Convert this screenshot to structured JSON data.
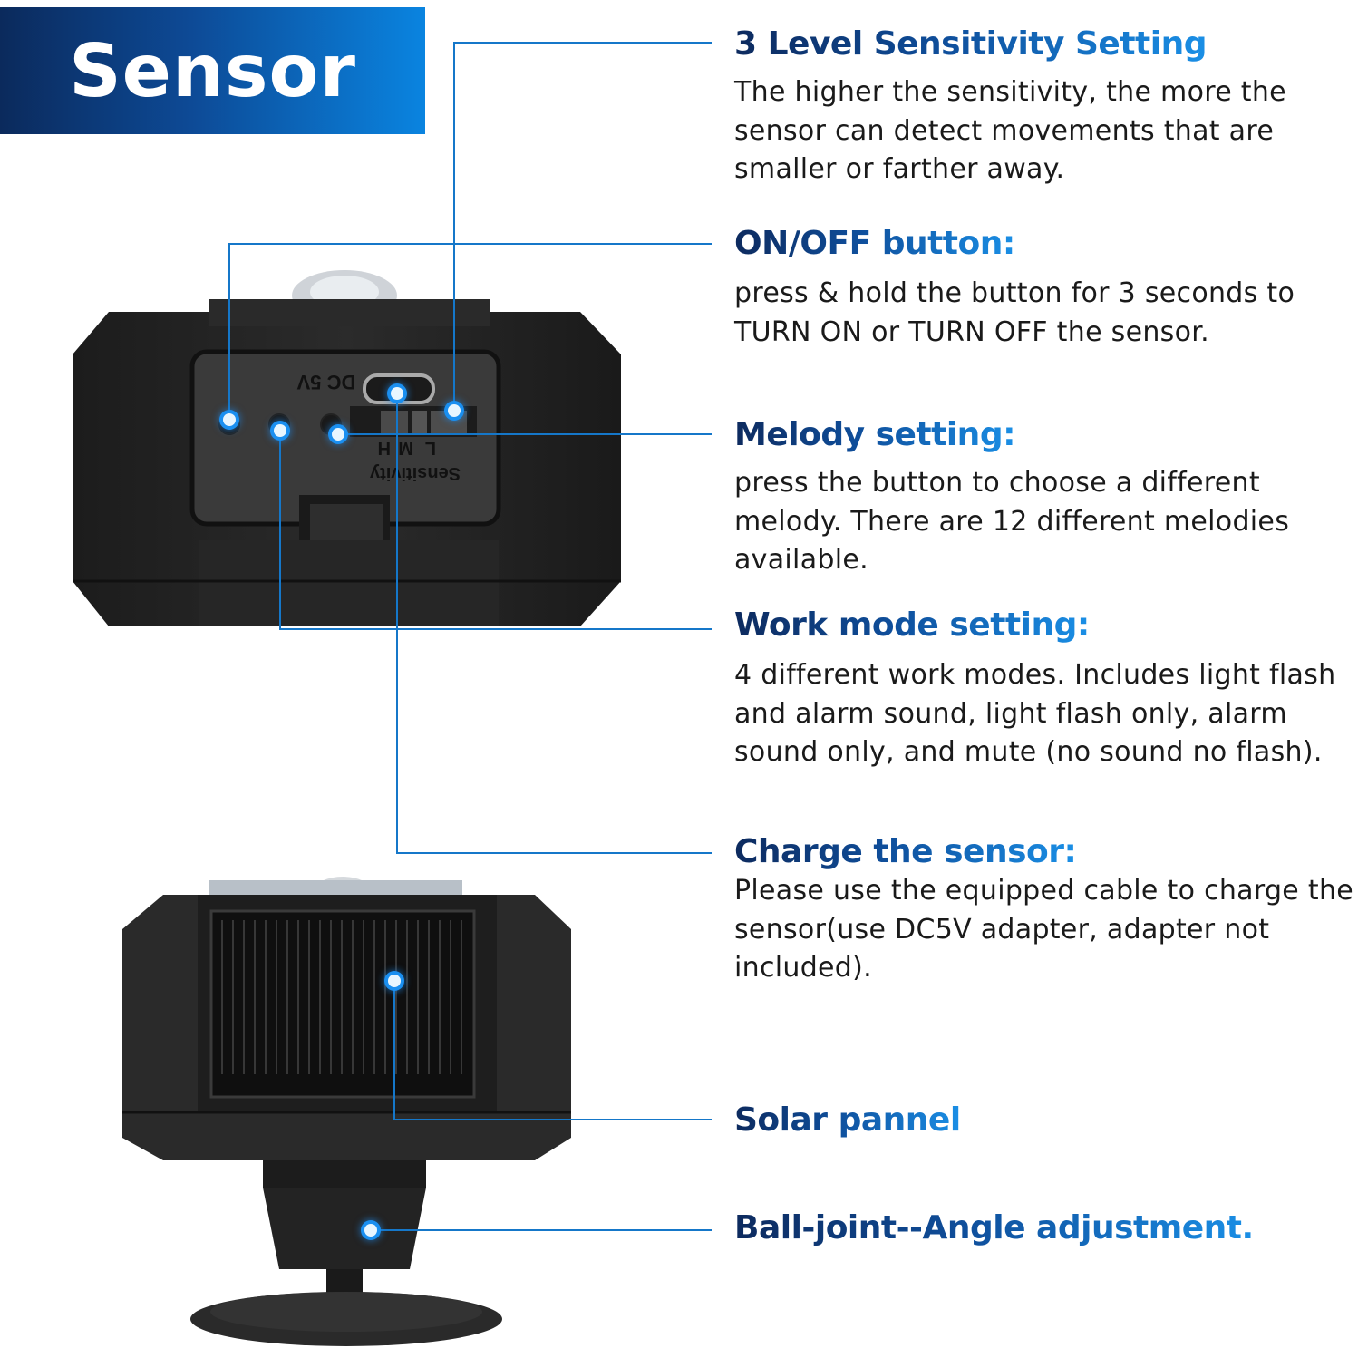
{
  "banner": {
    "title": "Sensor"
  },
  "features": [
    {
      "title": "3 Level Sensitivity Setting",
      "description": "The higher the sensitivity, the more the sensor can detect movements that are smaller or farther away."
    },
    {
      "title": "ON/OFF button:",
      "description": "press & hold the button for 3 seconds to TURN ON or TURN OFF the sensor."
    },
    {
      "title": "Melody setting:",
      "description": "press the button to choose a different melody. There are 12 different melodies available."
    },
    {
      "title": "Work mode setting:",
      "description": "4 different work modes. Includes light flash and alarm sound, light flash only, alarm sound only, and mute (no sound no flash)."
    },
    {
      "title": "Charge the sensor:",
      "description": "Please use the equipped cable to charge the sensor(use DC5V adapter, adapter not included)."
    },
    {
      "title": "Solar pannel",
      "description": ""
    },
    {
      "title": "Ball-joint--Angle adjustment.",
      "description": ""
    }
  ],
  "device_labels": {
    "port": "DC 5V",
    "sensitivity": "Sensitivity",
    "levels": [
      "L",
      "M",
      "H"
    ]
  },
  "colors": {
    "accent": "#1577c9",
    "title_dark": "#0d2a5e",
    "title_light": "#1a8fe6",
    "banner_dark": "#0b2a5c",
    "banner_light": "#0a84e0"
  }
}
